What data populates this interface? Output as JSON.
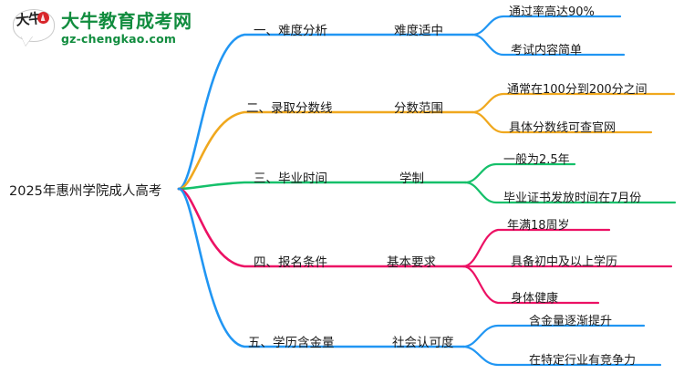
{
  "logo": {
    "mark_text": "大牛",
    "title": "大牛教育成考网",
    "subtitle": "gz-chengkao.com",
    "brand_color": "#118c3e",
    "accent_color": "#d8252a"
  },
  "mindmap": {
    "root": "2025年惠州学院成人高考",
    "branch_colors": [
      "#2196f3",
      "#f0a81e",
      "#15c06a",
      "#ec1164",
      "#2196f3"
    ],
    "branches": [
      {
        "label": "一、难度分析",
        "color": "#2196f3",
        "child": {
          "label": "难度适中",
          "leaves": [
            "通过率高达90%",
            "考试内容简单"
          ]
        }
      },
      {
        "label": "二、录取分数线",
        "color": "#f0a81e",
        "child": {
          "label": "分数范围",
          "leaves": [
            "通常在100分到200分之间",
            "具体分数线可查官网"
          ]
        }
      },
      {
        "label": "三、毕业时间",
        "color": "#15c06a",
        "child": {
          "label": "学制",
          "leaves": [
            "一般为2.5年",
            "毕业证书发放时间在7月份"
          ]
        }
      },
      {
        "label": "四、报名条件",
        "color": "#ec1164",
        "child": {
          "label": "基本要求",
          "leaves": [
            "年满18周岁",
            "具备初中及以上学历",
            "身体健康"
          ]
        }
      },
      {
        "label": "五、学历含金量",
        "color": "#2196f3",
        "child": {
          "label": "社会认可度",
          "leaves": [
            "含金量逐渐提升",
            "在特定行业有竞争力"
          ]
        }
      }
    ]
  }
}
